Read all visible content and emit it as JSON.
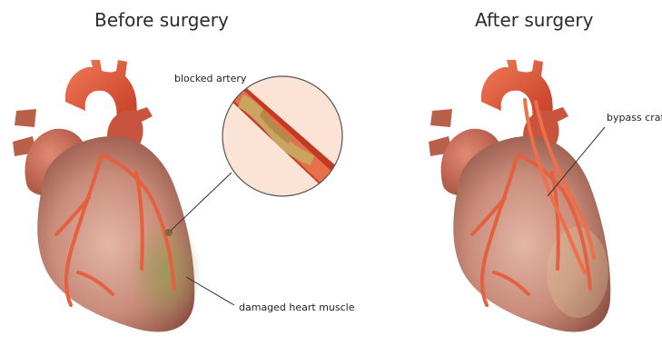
{
  "panels": {
    "before": {
      "title": "Before surgery"
    },
    "after": {
      "title": "After surgery"
    }
  },
  "labels": {
    "blocked_artery": "blocked artery",
    "damaged_heart_muscle": "damaged heart muscle",
    "bypass_craft": "bypass craft"
  },
  "colors": {
    "heart_body": "#c9917f",
    "heart_shadow": "#8c5244",
    "aorta": "#e5563a",
    "artery": "#e8623f",
    "damaged_area": "#a79a5c",
    "plaque": "#c9a560",
    "lumen_bg": "#fbe3d6"
  }
}
